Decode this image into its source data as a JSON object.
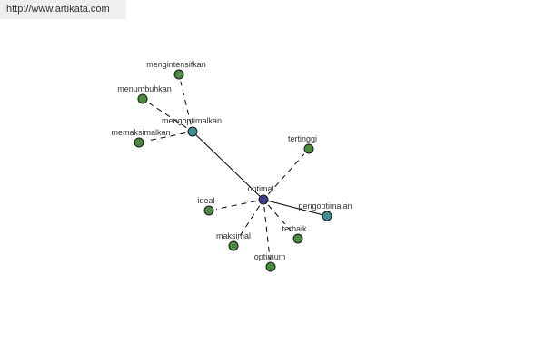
{
  "site_link": "http://www.artikata.com",
  "colors": {
    "center": "#40408f",
    "secondary": "#3a8f94",
    "leaf": "#4a8a3e",
    "edge": "#000000"
  },
  "graph": {
    "nodes": [
      {
        "id": "optimal",
        "label": "optimal",
        "kind": "center"
      },
      {
        "id": "mengoptimalkan",
        "label": "mengoptimalkan",
        "kind": "secondary"
      },
      {
        "id": "pengoptimalan",
        "label": "pengoptimalan",
        "kind": "secondary"
      },
      {
        "id": "mengintensifkan",
        "label": "mengintensifkan",
        "kind": "leaf"
      },
      {
        "id": "menumbuhkan",
        "label": "menumbuhkan",
        "kind": "leaf"
      },
      {
        "id": "memaksimalkan",
        "label": "memaksimalkan",
        "kind": "leaf"
      },
      {
        "id": "tertinggi",
        "label": "tertinggi",
        "kind": "leaf"
      },
      {
        "id": "ideal",
        "label": "ideal",
        "kind": "leaf"
      },
      {
        "id": "maksimal",
        "label": "maksimal",
        "kind": "leaf"
      },
      {
        "id": "optimum",
        "label": "optimum",
        "kind": "leaf"
      },
      {
        "id": "terbaik",
        "label": "terbaik",
        "kind": "leaf"
      }
    ],
    "edges": [
      {
        "from": "optimal",
        "to": "mengoptimalkan",
        "style": "solid"
      },
      {
        "from": "optimal",
        "to": "pengoptimalan",
        "style": "solid"
      },
      {
        "from": "mengoptimalkan",
        "to": "mengintensifkan",
        "style": "dashed"
      },
      {
        "from": "mengoptimalkan",
        "to": "menumbuhkan",
        "style": "dashed"
      },
      {
        "from": "mengoptimalkan",
        "to": "memaksimalkan",
        "style": "dashed"
      },
      {
        "from": "optimal",
        "to": "tertinggi",
        "style": "dashed"
      },
      {
        "from": "optimal",
        "to": "ideal",
        "style": "dashed"
      },
      {
        "from": "optimal",
        "to": "maksimal",
        "style": "dashed"
      },
      {
        "from": "optimal",
        "to": "optimum",
        "style": "dashed"
      },
      {
        "from": "optimal",
        "to": "terbaik",
        "style": "dashed"
      }
    ]
  }
}
